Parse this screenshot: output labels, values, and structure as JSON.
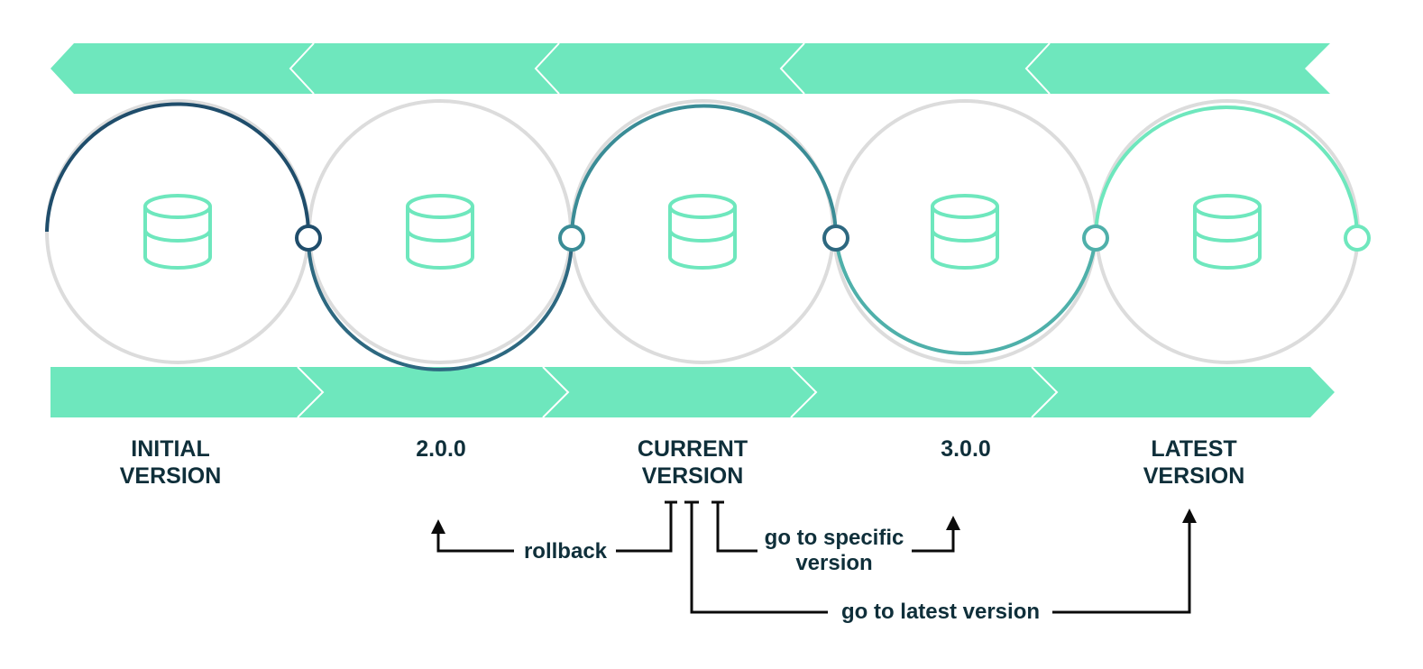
{
  "colors": {
    "band": "#6ee7bd",
    "text": "#0f2f3a",
    "ring_grey": "#dcdcdc",
    "arrow": "#0b0b0b",
    "icon": "#6ee7bd",
    "arc_initial": "#1f4d6b",
    "arc_2_0_0": "#2d6880",
    "arc_current": "#3a8c96",
    "arc_3_0_0": "#4fb0aa",
    "arc_latest": "#6ee7bd"
  },
  "icons": {
    "database": "database-icon",
    "arrow": "arrow-up-icon"
  },
  "versions": [
    {
      "line1": "INITIAL",
      "line2": "VERSION"
    },
    {
      "line1": "2.0.0",
      "line2": ""
    },
    {
      "line1": "CURRENT",
      "line2": "VERSION"
    },
    {
      "line1": "3.0.0",
      "line2": ""
    },
    {
      "line1": "LATEST",
      "line2": "VERSION"
    }
  ],
  "actions": {
    "rollback": "rollback",
    "specific_line1": "go to specific",
    "specific_line2": "version",
    "latest": "go to latest version"
  }
}
